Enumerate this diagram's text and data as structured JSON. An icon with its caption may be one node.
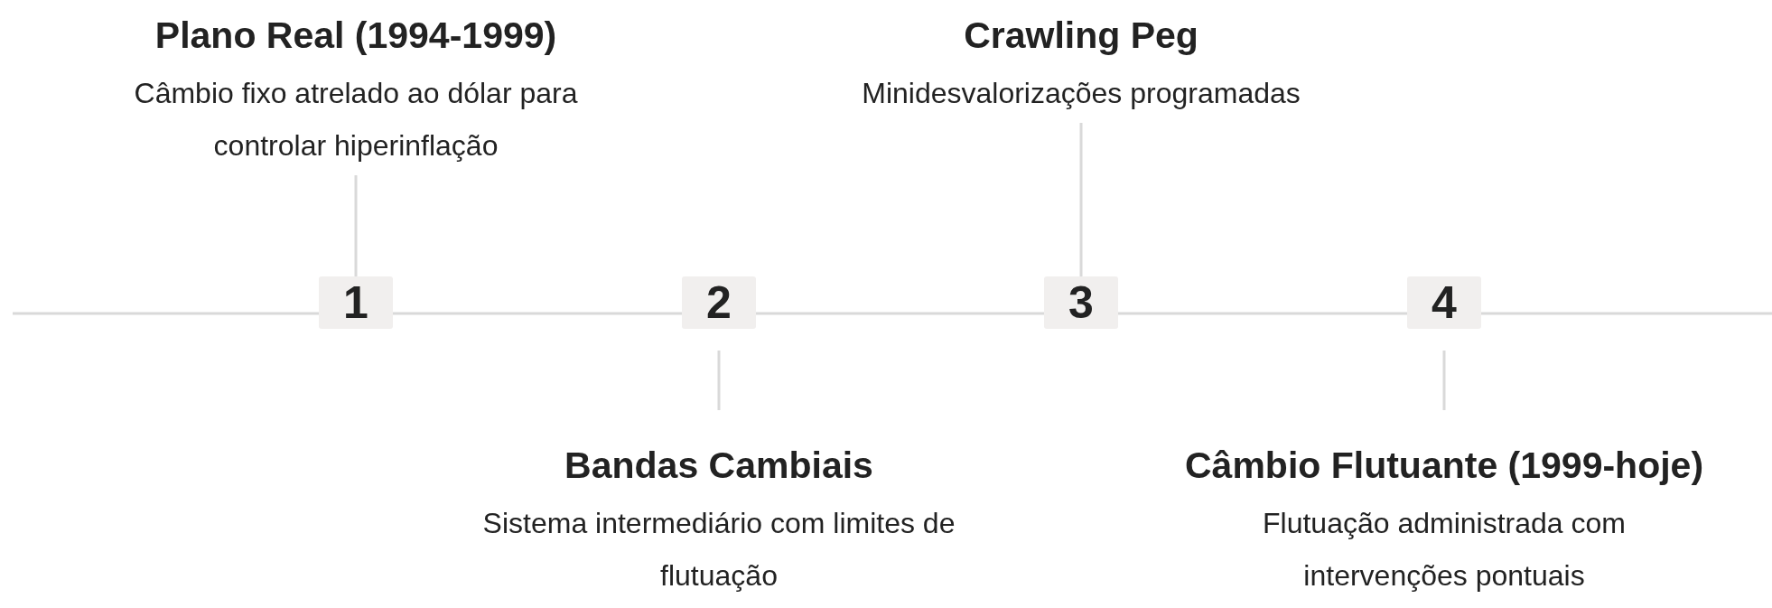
{
  "diagram": {
    "nodes": [
      {
        "text": [
          "1"
        ]
      },
      {
        "text": [
          "Plano Real (1994-1999)",
          "Câmbio fixo atrelado ao dólar para controlar hiperinflação"
        ]
      },
      {
        "text": [
          "2"
        ]
      },
      {
        "text": [
          "Bandas Cambiais",
          "Sistema intermediário com limites de flutuação"
        ]
      },
      {
        "text": [
          "3"
        ]
      },
      {
        "text": [
          "Crawling Peg",
          "Minidesvalorizações programadas"
        ]
      },
      {
        "text": [
          "4"
        ]
      },
      {
        "text": [
          "Câmbio Flutuante (1999-hoje)",
          "Flutuação administrada com intervenções pontuais"
        ]
      }
    ],
    "edges": [
      {
        "from": 1,
        "to": 0,
        "arrow": "none"
      },
      {
        "from": 0,
        "to": 2,
        "arrow": "none"
      },
      {
        "from": 2,
        "to": 3,
        "arrow": "none"
      },
      {
        "from": 2,
        "to": 4,
        "arrow": "none"
      },
      {
        "from": 5,
        "to": 4,
        "arrow": "none"
      },
      {
        "from": 4,
        "to": 6,
        "arrow": "none"
      },
      {
        "from": 6,
        "to": 7,
        "arrow": "none"
      }
    ]
  }
}
